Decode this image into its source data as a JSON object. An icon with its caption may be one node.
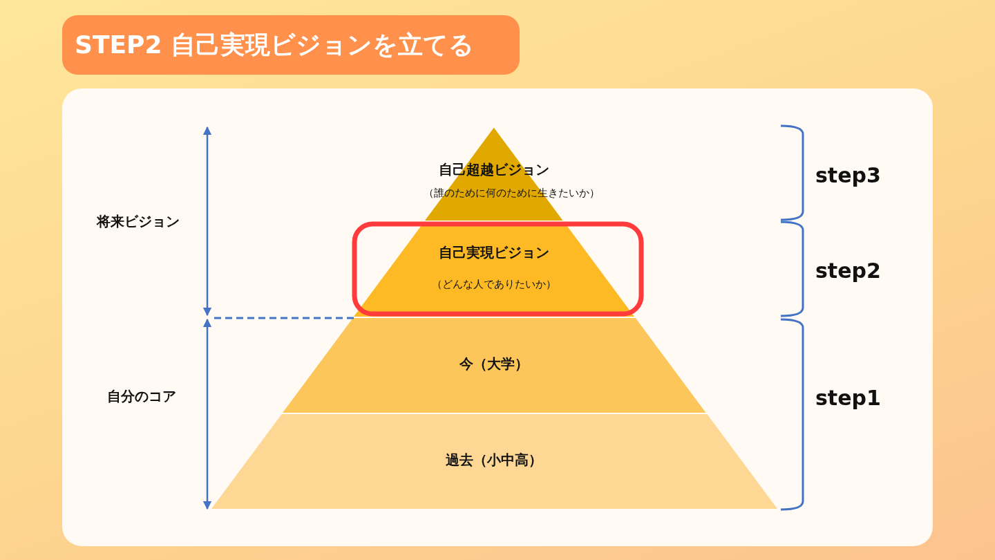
{
  "diagram": {
    "title": "STEP2 自己実現ビジョンを立てる",
    "nodes": [
      {
        "text": [
          "自己超越ビジョン",
          "（誰のために何のために生きたいか）"
        ]
      },
      {
        "text": [
          "自己実現ビジョン",
          "（どんな人でありたいか）"
        ]
      },
      {
        "text": [
          "今（大学）"
        ]
      },
      {
        "text": [
          "過去（小中高）"
        ]
      }
    ],
    "edges": [],
    "labels": [
      "将来ビジョン",
      "自分のコア",
      "step3",
      "step2",
      "step1"
    ]
  }
}
